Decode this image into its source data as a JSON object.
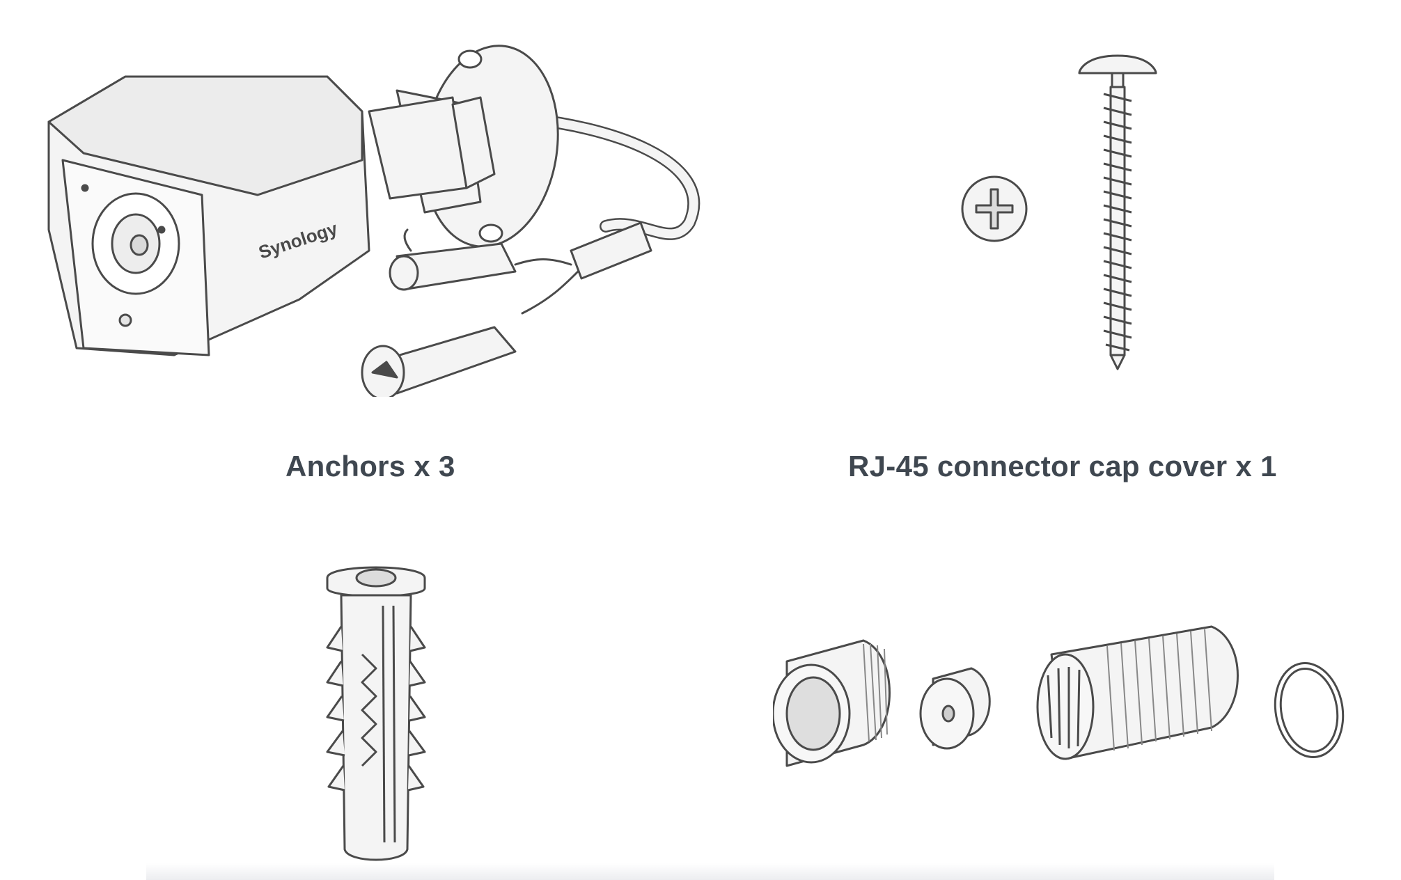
{
  "items": [
    {
      "id": "camera",
      "icon": "bullet-camera-illustration",
      "brand": "Synology"
    },
    {
      "id": "screws",
      "icon": "screw-illustration"
    },
    {
      "id": "anchors",
      "icon": "wall-anchor-illustration",
      "caption": "Anchors x 3"
    },
    {
      "id": "rj45-cap",
      "icon": "rj45-cap-cover-illustration",
      "caption": "RJ-45 connector cap cover x 1"
    }
  ],
  "colors": {
    "caption_text": "#3f4750",
    "outline": "#555555",
    "fill": "#f2f2f2"
  }
}
